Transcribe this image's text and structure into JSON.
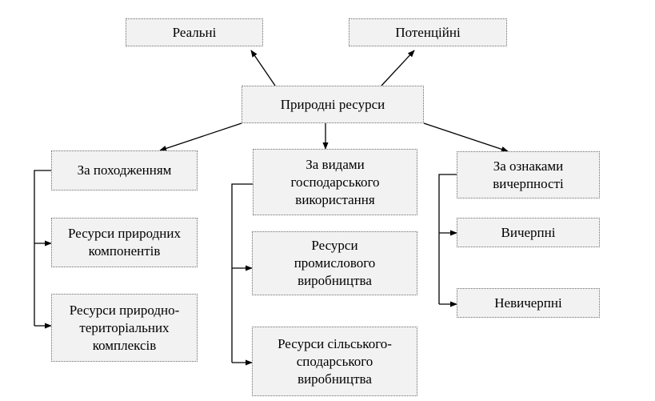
{
  "caption": "",
  "root": "Природні ресурси",
  "top": {
    "left": "Реальні",
    "right": "Потенційні"
  },
  "branches": {
    "origin": {
      "title": "За походженням",
      "items": [
        "Ресурси природних\nкомпонентів",
        "Ресурси природно-\nтериторіальних\nкомплексів"
      ]
    },
    "economic_use": {
      "title": "За видами\nгосподарського\nвикористання",
      "items": [
        "Ресурси\nпромислового\nвиробництва",
        "Ресурси сільського-\nсподарського\nвиробництва"
      ]
    },
    "exhaustibility": {
      "title": "За ознаками\nвичерпності",
      "items": [
        "Вичерпні",
        "Невичерпні"
      ]
    }
  },
  "colors": {
    "box_fill": "#f2f2f2",
    "box_border": "#6e6e6e",
    "line": "#000000"
  }
}
